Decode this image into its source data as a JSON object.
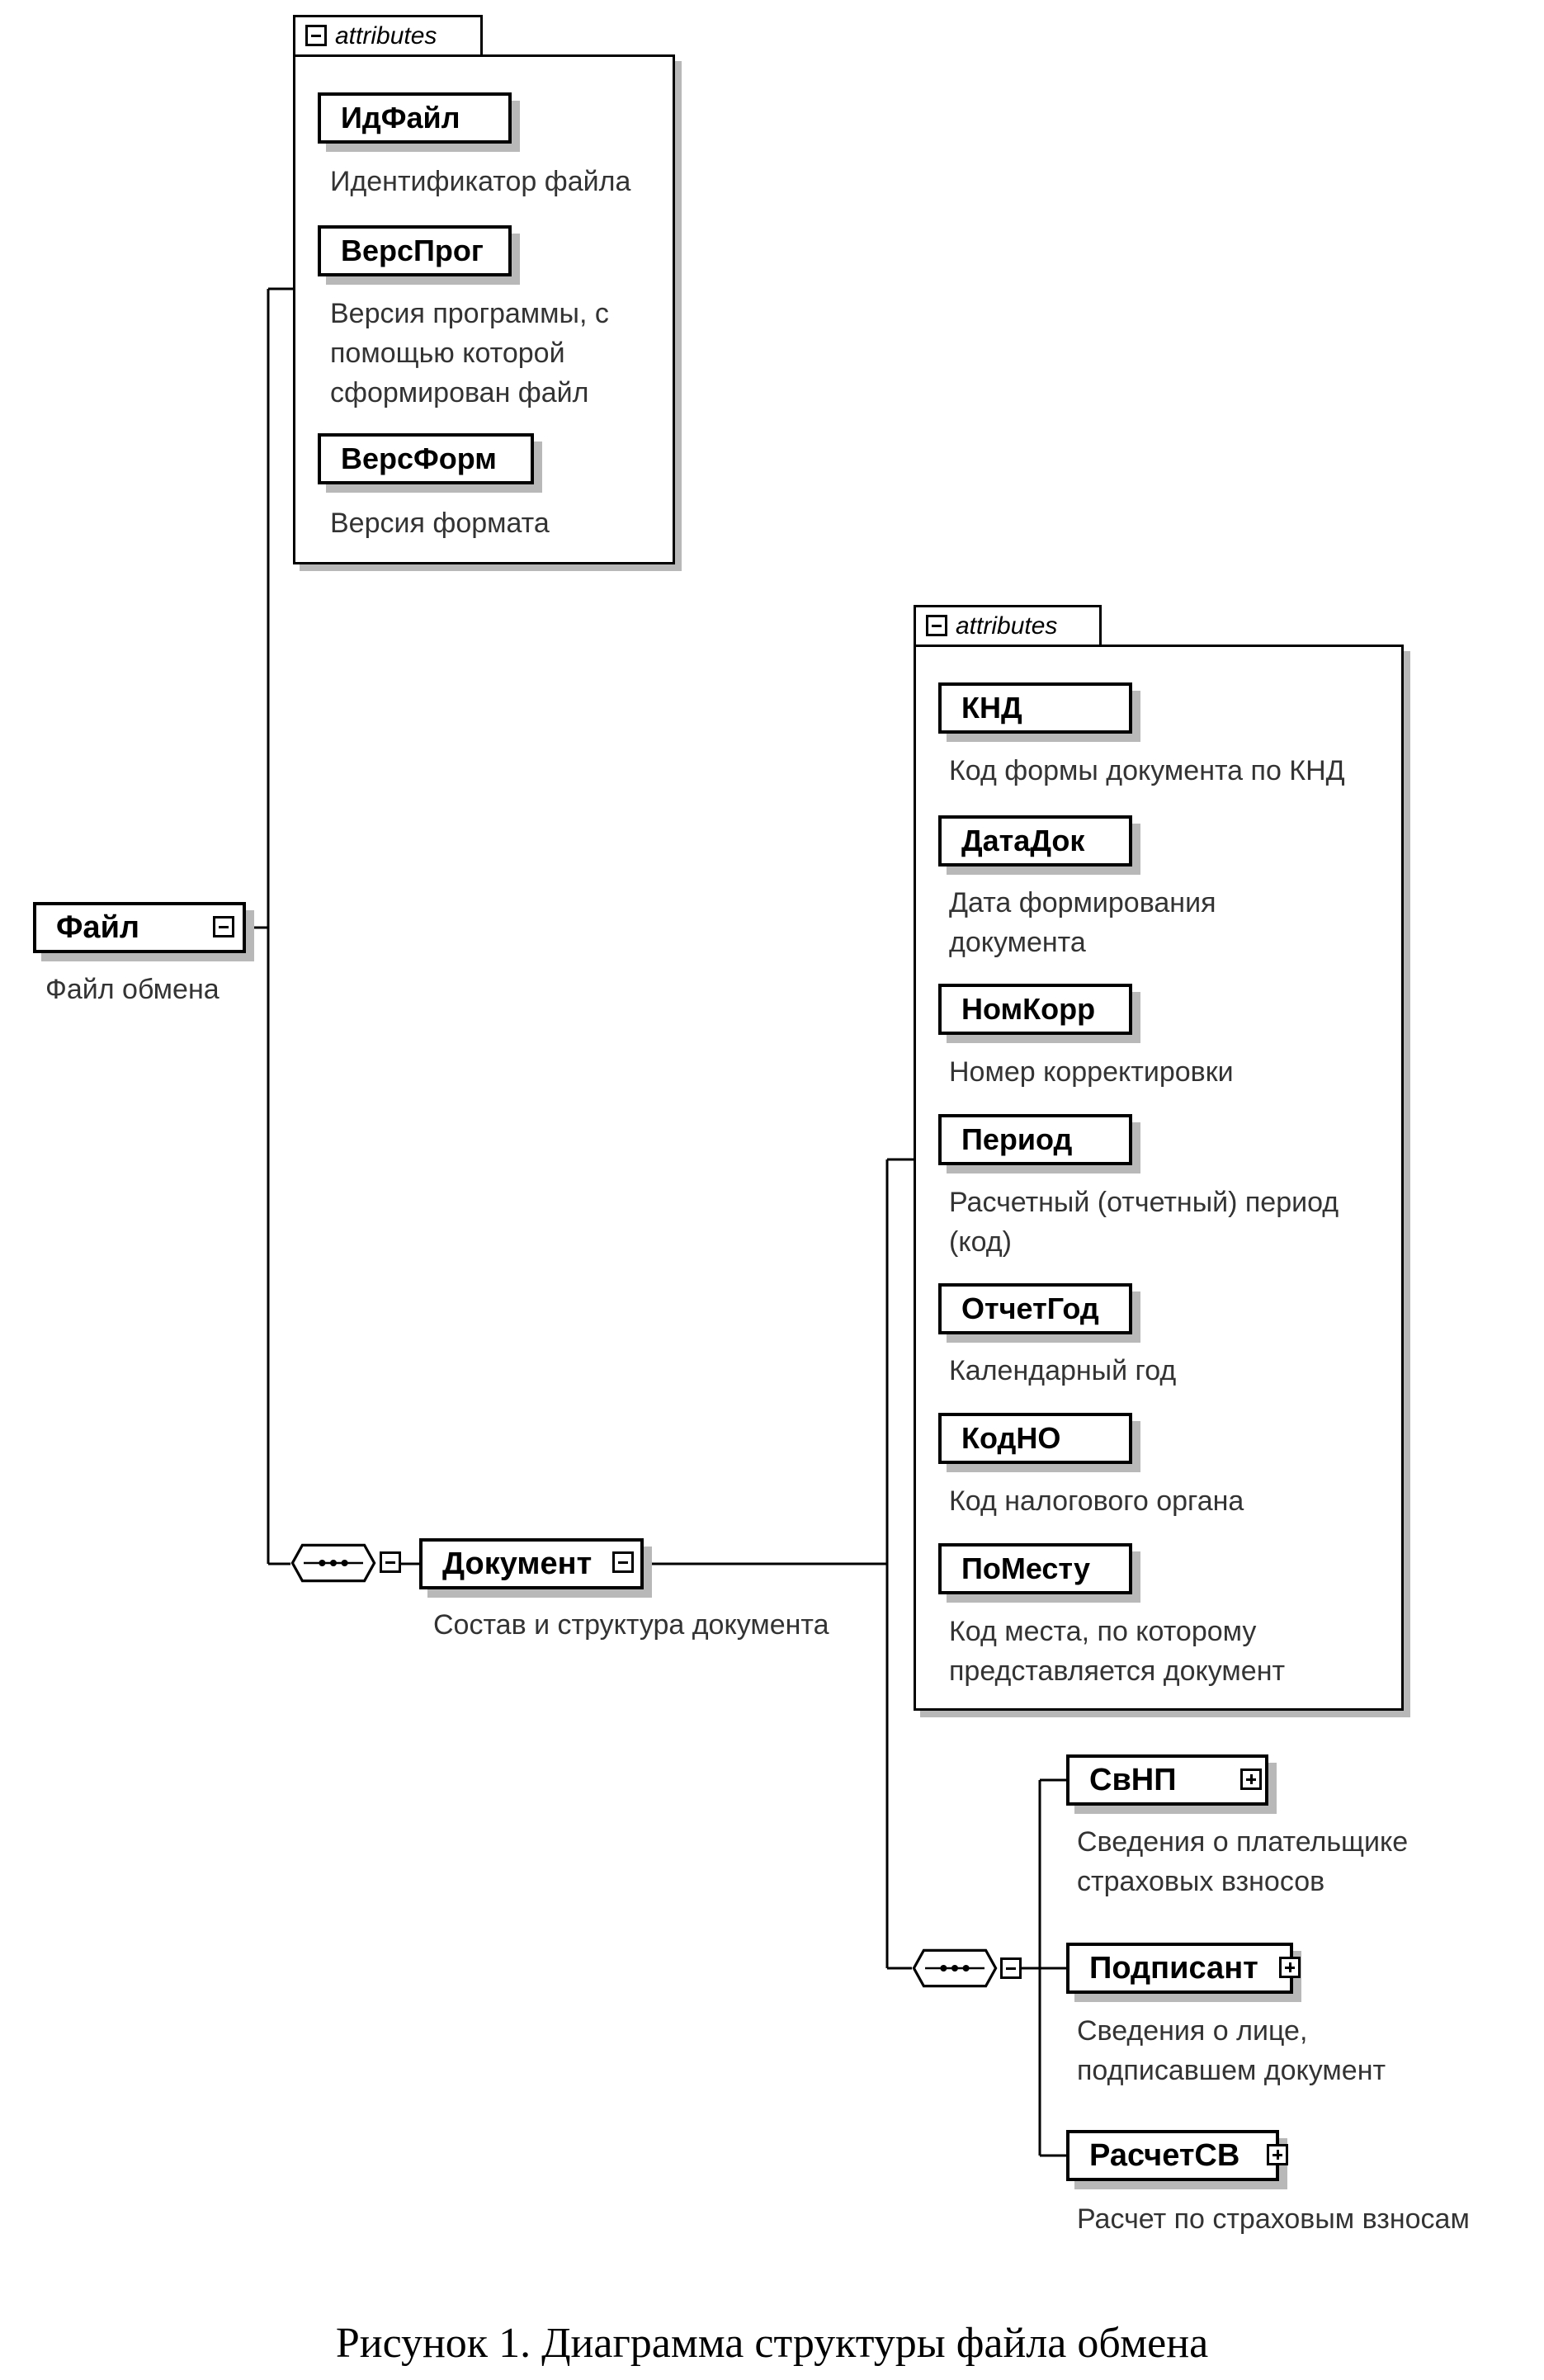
{
  "diagram": {
    "root": {
      "label": "Файл",
      "desc": "Файл обмена"
    },
    "root_attributes": {
      "tab": "attributes",
      "items": [
        {
          "label": "ИдФайл",
          "desc": [
            "Идентификатор файла"
          ]
        },
        {
          "label": "ВерсПрог",
          "desc": [
            "Версия программы, с",
            "помощью которой",
            "сформирован файл"
          ]
        },
        {
          "label": "ВерсФорм",
          "desc": [
            "Версия формата"
          ]
        }
      ]
    },
    "document": {
      "label": "Документ",
      "desc": "Состав и структура документа"
    },
    "document_attributes": {
      "tab": "attributes",
      "items": [
        {
          "label": "КНД",
          "desc": [
            "Код формы документа по КНД"
          ]
        },
        {
          "label": "ДатаДок",
          "desc": [
            "Дата формирования",
            "документа"
          ]
        },
        {
          "label": "НомКорр",
          "desc": [
            "Номер корректировки"
          ]
        },
        {
          "label": "Период",
          "desc": [
            "Расчетный (отчетный) период",
            "(код)"
          ]
        },
        {
          "label": "ОтчетГод",
          "desc": [
            "Календарный год"
          ]
        },
        {
          "label": "КодНО",
          "desc": [
            "Код налогового органа"
          ]
        },
        {
          "label": "ПоМесту",
          "desc": [
            "Код места, по которому",
            "представляется документ"
          ]
        }
      ]
    },
    "children": [
      {
        "label": "СвНП",
        "desc": [
          "Сведения о плательщике",
          "страховых взносов"
        ]
      },
      {
        "label": "Подписант",
        "desc": [
          "Сведения о лице,",
          "подписавшем документ"
        ]
      },
      {
        "label": "РасчетСВ",
        "desc": [
          "Расчет по страховым взносам"
        ]
      }
    ],
    "caption": "Рисунок 1. Диаграмма структуры файла обмена"
  }
}
